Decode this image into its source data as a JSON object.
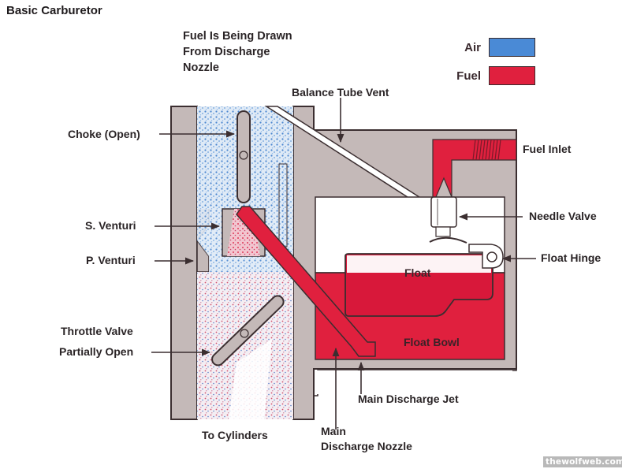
{
  "title": "Basic Carburetor",
  "caption": [
    "Fuel Is Being Drawn",
    "From Discharge",
    "Nozzle"
  ],
  "legend": [
    {
      "label": "Air",
      "color": "#4a8ad6"
    },
    {
      "label": "Fuel",
      "color": "#e0203e"
    }
  ],
  "labels": {
    "balance_tube_vent": "Balance Tube Vent",
    "choke": "Choke (Open)",
    "fuel_inlet": "Fuel Inlet",
    "s_venturi": "S. Venturi",
    "needle_valve": "Needle Valve",
    "p_venturi": "P. Venturi",
    "float_hinge": "Float Hinge",
    "float": "Float",
    "throttle_line1": "Throttle Valve",
    "throttle_line2": "Partially Open",
    "float_bowl": "Float Bowl",
    "main_discharge_jet": "Main Discharge Jet",
    "to_cylinders": "To Cylinders",
    "main_discharge_nozzle_line1": "Main",
    "main_discharge_nozzle_line2": "Discharge Nozzle"
  },
  "colors": {
    "body": "#c4b9b8",
    "outline": "#3b2e30",
    "air": "#4a8ad6",
    "fuel": "#e0203e"
  },
  "watermark": "thewolfweb.com"
}
